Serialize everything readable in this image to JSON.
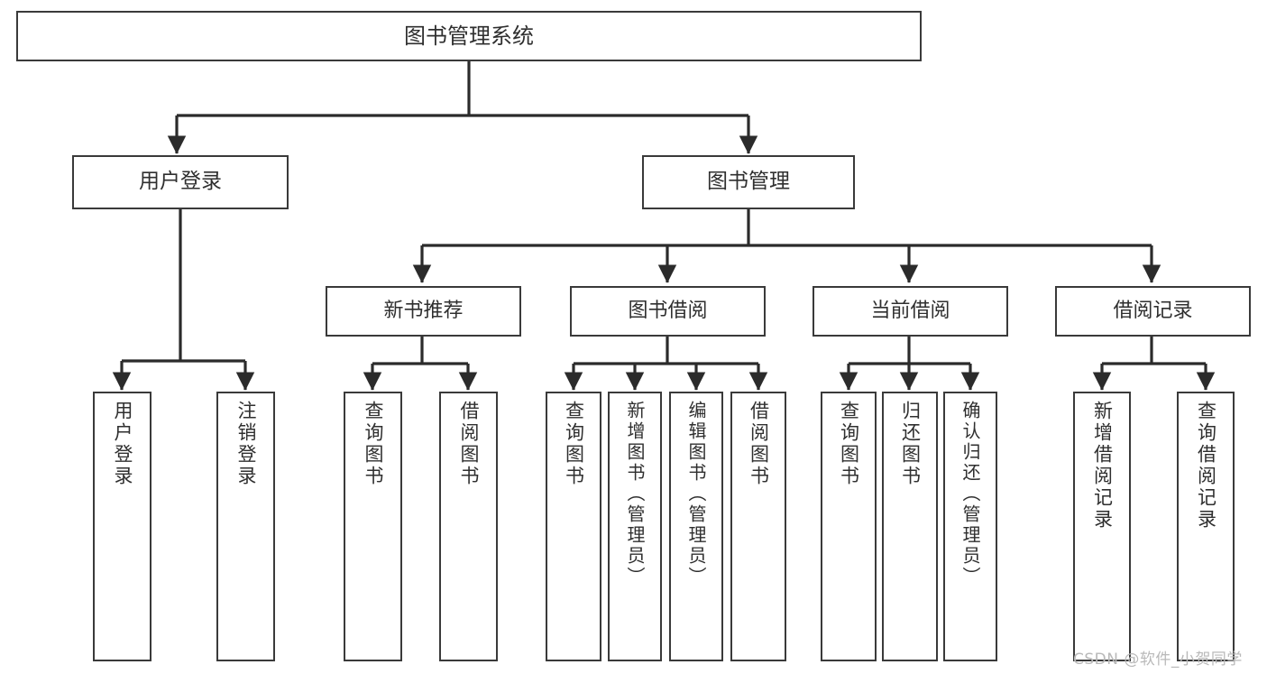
{
  "diagram": {
    "type": "tree",
    "title": "图书管理系统",
    "watermark": "CSDN @软件_小贺同学",
    "colors": {
      "background": "#ffffff",
      "node_border": "#3a3a3a",
      "node_fill": "#ffffff",
      "text": "#2f2f2f",
      "edge": "#2b2b2b",
      "watermark": "#b9b9b9"
    },
    "nodes": {
      "root": {
        "label": "图书管理系统"
      },
      "level1": [
        {
          "id": "user-login",
          "label": "用户登录"
        },
        {
          "id": "book-manage",
          "label": "图书管理"
        }
      ],
      "level2": [
        {
          "id": "new-book-recommend",
          "label": "新书推荐"
        },
        {
          "id": "book-borrow",
          "label": "图书借阅"
        },
        {
          "id": "current-borrow",
          "label": "当前借阅"
        },
        {
          "id": "borrow-record",
          "label": "借阅记录"
        }
      ],
      "leaves": [
        {
          "id": "leaf-user-login",
          "parent": "user-login",
          "label": "用户登录"
        },
        {
          "id": "leaf-logout",
          "parent": "user-login",
          "label": "注销登录"
        },
        {
          "id": "leaf-query-book-1",
          "parent": "new-book-recommend",
          "label": "查询图书"
        },
        {
          "id": "leaf-borrow-book-1",
          "parent": "new-book-recommend",
          "label": "借阅图书"
        },
        {
          "id": "leaf-query-book-2",
          "parent": "book-borrow",
          "label": "查询图书"
        },
        {
          "id": "leaf-add-book",
          "parent": "book-borrow",
          "label": "新增图书（管理员）"
        },
        {
          "id": "leaf-edit-book",
          "parent": "book-borrow",
          "label": "编辑图书（管理员）"
        },
        {
          "id": "leaf-borrow-book-2",
          "parent": "book-borrow",
          "label": "借阅图书"
        },
        {
          "id": "leaf-query-book-3",
          "parent": "current-borrow",
          "label": "查询图书"
        },
        {
          "id": "leaf-return-book",
          "parent": "current-borrow",
          "label": "归还图书"
        },
        {
          "id": "leaf-confirm-return",
          "parent": "current-borrow",
          "label": "确认归还（管理员）"
        },
        {
          "id": "leaf-add-record",
          "parent": "borrow-record",
          "label": "新增借阅记录"
        },
        {
          "id": "leaf-query-record",
          "parent": "borrow-record",
          "label": "查询借阅记录"
        }
      ]
    }
  }
}
